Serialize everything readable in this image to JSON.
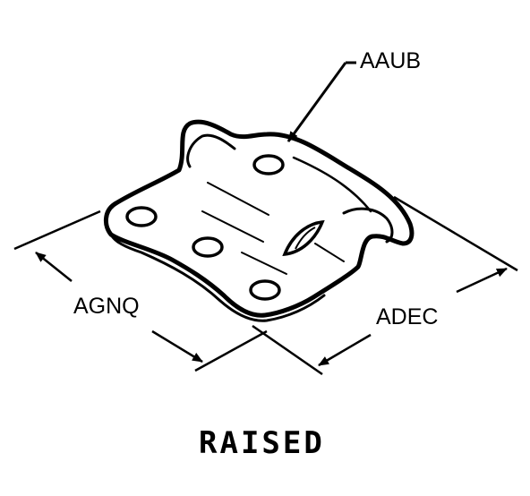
{
  "labels": {
    "top_callout": "AAUB",
    "left_dimension": "AGNQ",
    "right_dimension": "ADEC"
  },
  "caption": "RAISED",
  "colors": {
    "ink": "#000000",
    "paper": "#ffffff"
  }
}
